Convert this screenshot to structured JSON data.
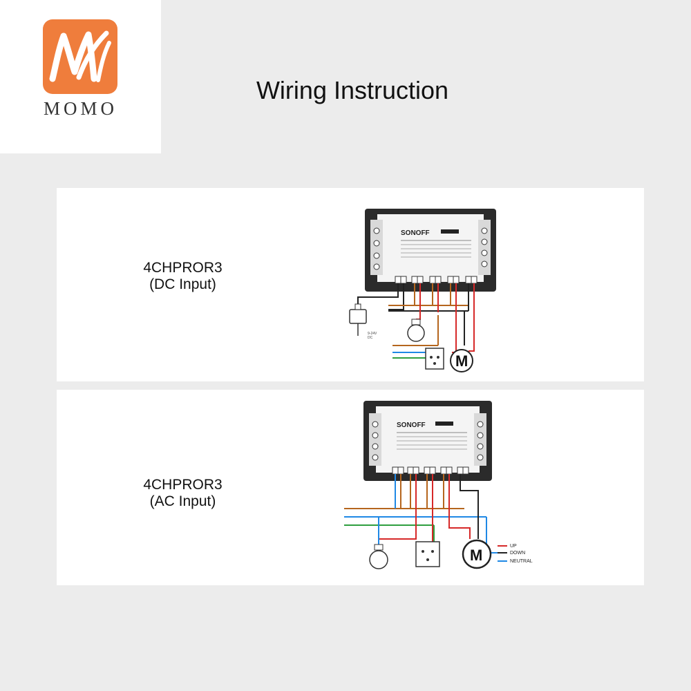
{
  "header": {
    "brand": "MOMO",
    "title": "Wiring Instruction"
  },
  "diagrams": [
    {
      "model": "4CHPROR3",
      "input": "(DC Input)",
      "device_brand": "SONOFF",
      "power_note": "9-24V\nDC",
      "motor_symbol": "M"
    },
    {
      "model": "4CHPROR3",
      "input": "(AC Input)",
      "device_brand": "SONOFF",
      "motor_symbol": "M",
      "legend": [
        {
          "label": "UP",
          "color": "#d62828"
        },
        {
          "label": "DOWN",
          "color": "#222222"
        },
        {
          "label": "NEUTRAL",
          "color": "#1e88e5"
        }
      ]
    }
  ],
  "wire_colors": {
    "live": "#b5651d",
    "neutral": "#1e88e5",
    "ground": "#2e9e3e",
    "up": "#d62828",
    "down": "#222222",
    "dc": "#222222"
  }
}
